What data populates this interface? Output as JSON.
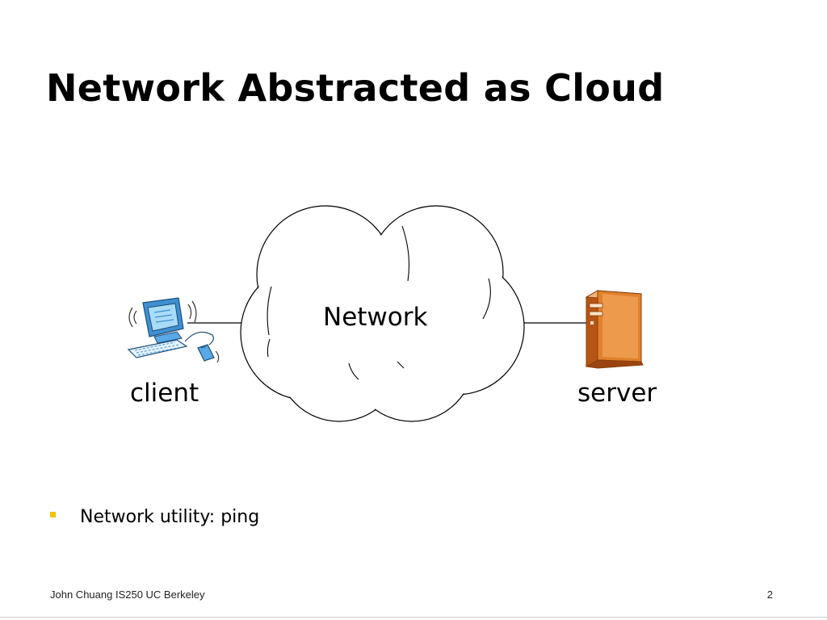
{
  "slide": {
    "title": "Network Abstracted as Cloud",
    "diagram": {
      "cloud_label": "Network",
      "client_label": "client",
      "server_label": "server"
    },
    "bullets": [
      "Network utility: ping"
    ],
    "footer": {
      "left": "John Chuang IS250 UC Berkeley",
      "page_number": "2"
    },
    "colors": {
      "bullet": "#f2c200",
      "server_orange": "#e07a20",
      "monitor_blue": "#4aa3e0"
    },
    "icons": [
      "desktop-computer-icon",
      "server-tower-icon",
      "cloud-shape"
    ]
  }
}
